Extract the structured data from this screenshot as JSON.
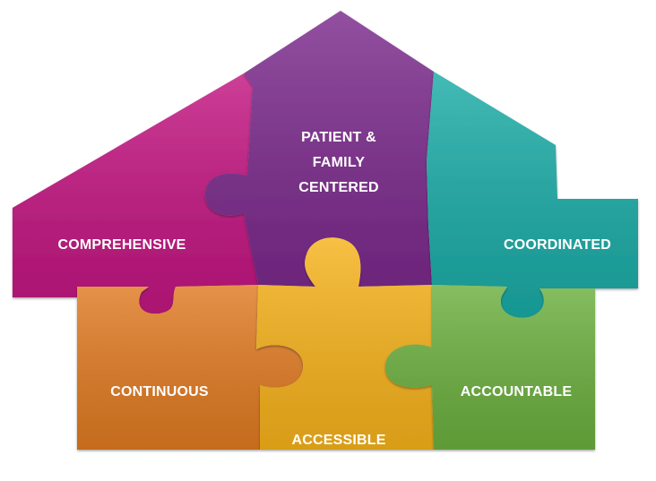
{
  "pieces": {
    "comprehensive": {
      "label": "COMPREHENSIVE",
      "color": "#C21480"
    },
    "patient_family": {
      "lines": [
        "PATIENT &",
        "FAMILY",
        "CENTERED"
      ],
      "color": "#7B2A8C"
    },
    "coordinated": {
      "label": "COORDINATED",
      "color": "#1AABA6"
    },
    "continuous": {
      "label": "CONTINUOUS",
      "color": "#E07A22"
    },
    "accessible": {
      "label": "ACCESSIBLE",
      "color": "#F6B21B"
    },
    "accountable": {
      "label": "ACCOUNTABLE",
      "color": "#6BAF3E"
    }
  }
}
